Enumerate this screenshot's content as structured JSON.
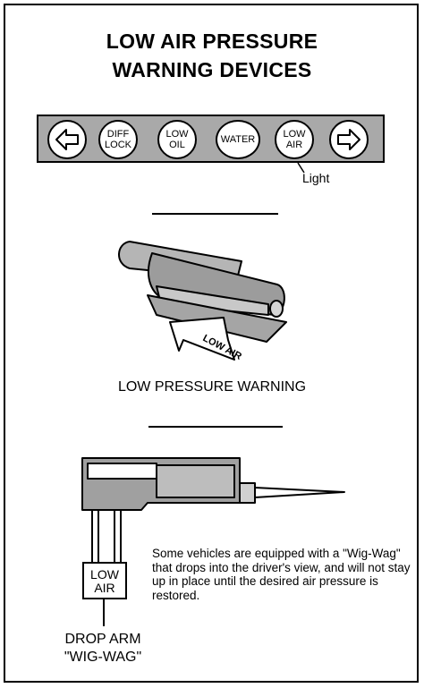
{
  "title": {
    "line1": "LOW AIR PRESSURE",
    "line2": "WARNING DEVICES"
  },
  "panel": {
    "buttons": [
      {
        "name": "left-arrow",
        "icon": "arrow-left-icon"
      },
      {
        "name": "diff-lock",
        "line1": "DIFF",
        "line2": "LOCK"
      },
      {
        "name": "low-oil",
        "line1": "LOW",
        "line2": "OIL"
      },
      {
        "name": "water",
        "line1": "WATER",
        "line2": ""
      },
      {
        "name": "low-air",
        "line1": "LOW",
        "line2": "AIR"
      },
      {
        "name": "right-arrow",
        "icon": "arrow-right-icon"
      }
    ],
    "light_label": "Light"
  },
  "buzzer": {
    "tag_text": "LOW AIR",
    "caption": "LOW PRESSURE WARNING"
  },
  "wigwag": {
    "box_line1": "LOW",
    "box_line2": "AIR",
    "description": "Some vehicles are equipped with a \"Wig-Wag\" that drops into the driver's view, and will not stay up in place until the desired air pressure is restored.",
    "caption_line1": "DROP ARM",
    "caption_line2": "\"WIG-WAG\""
  },
  "colors": {
    "panel": "#a9a9a9",
    "device": "#9a9a9a",
    "line": "#000000"
  }
}
